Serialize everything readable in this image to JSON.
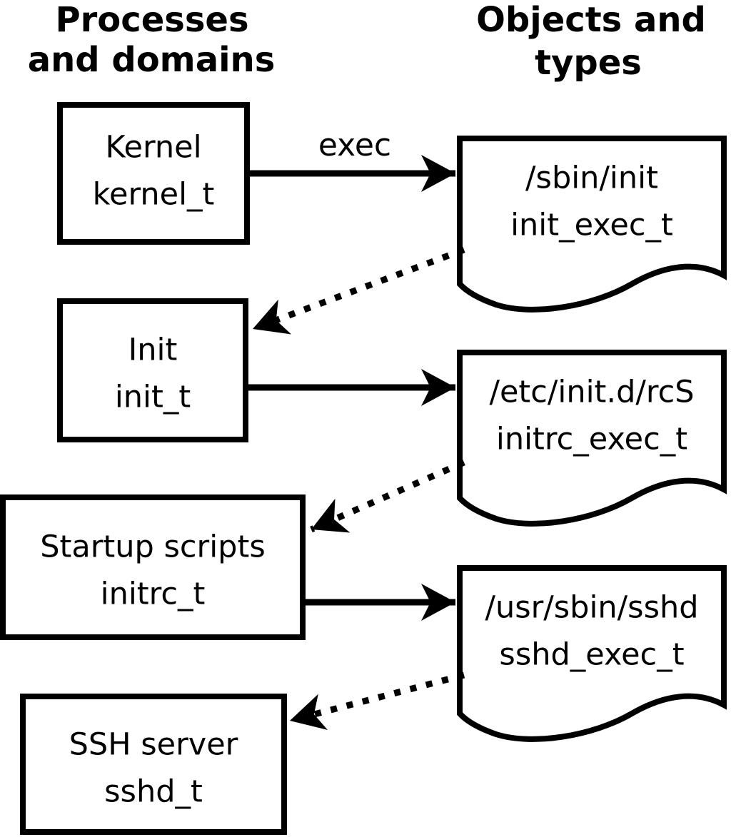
{
  "headers": {
    "left": {
      "line1": "Processes",
      "line2": "and domains"
    },
    "right": {
      "line1": "Objects and",
      "line2": "types"
    }
  },
  "processes": [
    {
      "name": "Kernel",
      "domain": "kernel_t"
    },
    {
      "name": "Init",
      "domain": "init_t"
    },
    {
      "name": "Startup scripts",
      "domain": "initrc_t"
    },
    {
      "name": "SSH server",
      "domain": "sshd_t"
    }
  ],
  "objects": [
    {
      "path": "/sbin/init",
      "type": "init_exec_t"
    },
    {
      "path": "/etc/init.d/rcS",
      "type": "initrc_exec_t"
    },
    {
      "path": "/usr/sbin/sshd",
      "type": "sshd_exec_t"
    }
  ],
  "edges": {
    "solid": [
      {
        "from": "kernel_t",
        "to": "init_exec_t",
        "label": "exec",
        "style": "solid"
      },
      {
        "from": "init_t",
        "to": "initrc_exec_t",
        "label": "",
        "style": "solid"
      },
      {
        "from": "initrc_t",
        "to": "sshd_exec_t",
        "label": "",
        "style": "solid"
      }
    ],
    "dotted": [
      {
        "from": "init_exec_t",
        "to": "init_t",
        "style": "dotted"
      },
      {
        "from": "initrc_exec_t",
        "to": "initrc_t",
        "style": "dotted"
      },
      {
        "from": "sshd_exec_t",
        "to": "sshd_t",
        "style": "dotted"
      }
    ]
  },
  "colors": {
    "foreground": "#000000",
    "background": "#ffffff"
  }
}
